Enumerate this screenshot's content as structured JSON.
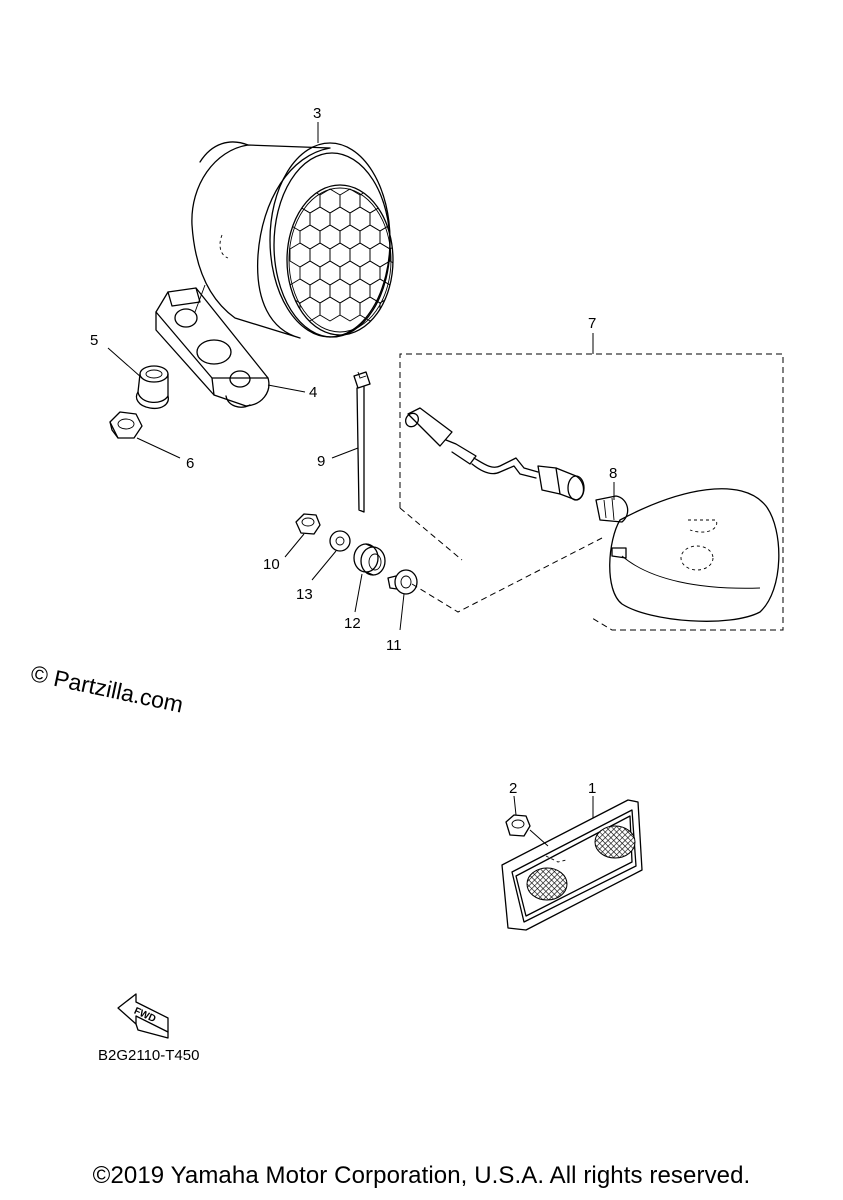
{
  "diagram": {
    "callouts": {
      "p1": "1",
      "p2": "2",
      "p3": "3",
      "p4": "4",
      "p5": "5",
      "p6": "6",
      "p7": "7",
      "p8": "8",
      "p9": "9",
      "p10": "10",
      "p11": "11",
      "p12": "12",
      "p13": "13"
    },
    "fwd_label": "FWD",
    "diagram_code": "B2G2110-T450"
  },
  "watermark": "© Partzilla.com",
  "copyright": "©2019 Yamaha Motor Corporation, U.S.A. All rights reserved."
}
